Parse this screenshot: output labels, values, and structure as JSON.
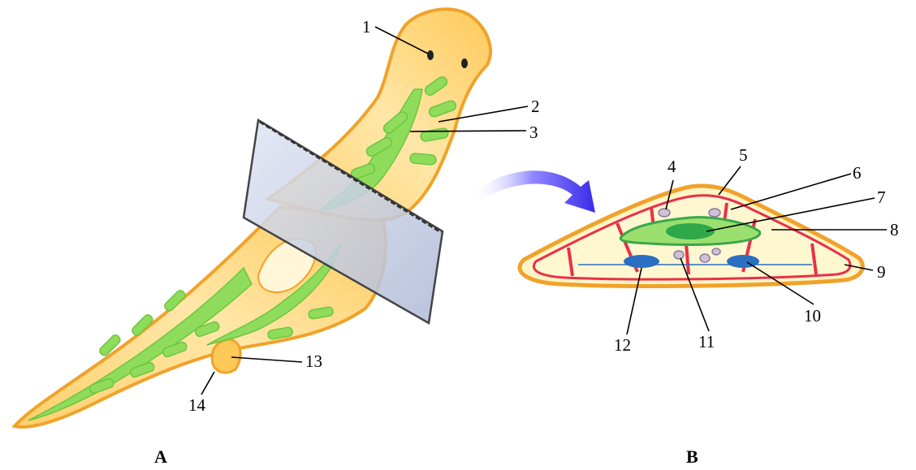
{
  "panels": {
    "a": "A",
    "b": "B"
  },
  "labels": {
    "l1": "1",
    "l2": "2",
    "l3": "3",
    "l4": "4",
    "l5": "5",
    "l6": "6",
    "l7": "7",
    "l8": "8",
    "l9": "9",
    "l10": "10",
    "l11": "11",
    "l12": "12",
    "l13": "13",
    "l14": "14"
  },
  "colors": {
    "body_outline": "#f2a92a",
    "body_fill": "#ffd37a",
    "gut_green": "#7ed957",
    "gut_light": "#bff0a0",
    "muscle_red": "#e8304a",
    "nerve_blue": "#2a6fc0",
    "arrow_blue": "#4b3df0",
    "plane_gray": "#c9d2e8"
  }
}
